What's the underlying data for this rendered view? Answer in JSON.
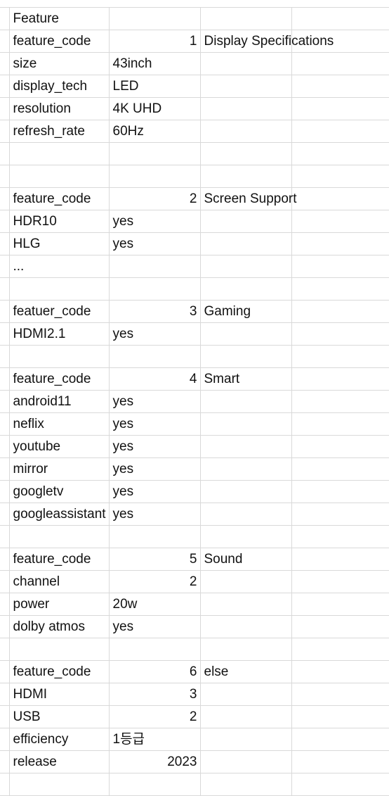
{
  "rows": [
    {
      "a": "Feature",
      "b": "",
      "b_num": false,
      "c": ""
    },
    {
      "a": "feature_code",
      "b": "1",
      "b_num": true,
      "c": "Display Specifications"
    },
    {
      "a": "size",
      "b": "43inch",
      "b_num": false,
      "c": ""
    },
    {
      "a": "display_tech",
      "b": "LED",
      "b_num": false,
      "c": ""
    },
    {
      "a": "resolution",
      "b": "4K UHD",
      "b_num": false,
      "c": ""
    },
    {
      "a": "refresh_rate",
      "b": "60Hz",
      "b_num": false,
      "c": ""
    },
    {
      "a": "",
      "b": "",
      "b_num": false,
      "c": ""
    },
    {
      "a": "",
      "b": "",
      "b_num": false,
      "c": ""
    },
    {
      "a": "feature_code",
      "b": "2",
      "b_num": true,
      "c": "Screen Support"
    },
    {
      "a": "HDR10",
      "b": "yes",
      "b_num": false,
      "c": ""
    },
    {
      "a": "HLG",
      "b": "yes",
      "b_num": false,
      "c": ""
    },
    {
      "a": "...",
      "b": "",
      "b_num": false,
      "c": ""
    },
    {
      "a": "",
      "b": "",
      "b_num": false,
      "c": ""
    },
    {
      "a": "featuer_code",
      "b": "3",
      "b_num": true,
      "c": "Gaming"
    },
    {
      "a": "HDMI2.1",
      "b": "yes",
      "b_num": false,
      "c": ""
    },
    {
      "a": "",
      "b": "",
      "b_num": false,
      "c": ""
    },
    {
      "a": "feature_code",
      "b": "4",
      "b_num": true,
      "c": "Smart"
    },
    {
      "a": "android11",
      "b": "yes",
      "b_num": false,
      "c": ""
    },
    {
      "a": "neflix",
      "b": "yes",
      "b_num": false,
      "c": ""
    },
    {
      "a": "youtube",
      "b": "yes",
      "b_num": false,
      "c": ""
    },
    {
      "a": "mirror",
      "b": "yes",
      "b_num": false,
      "c": ""
    },
    {
      "a": "googletv",
      "b": "yes",
      "b_num": false,
      "c": ""
    },
    {
      "a": "googleassistant",
      "b": "yes",
      "b_num": false,
      "c": ""
    },
    {
      "a": "",
      "b": "",
      "b_num": false,
      "c": ""
    },
    {
      "a": "feature_code",
      "b": "5",
      "b_num": true,
      "c": "Sound"
    },
    {
      "a": "channel",
      "b": "2",
      "b_num": true,
      "c": ""
    },
    {
      "a": "power",
      "b": "20w",
      "b_num": false,
      "c": ""
    },
    {
      "a": "dolby atmos",
      "b": "yes",
      "b_num": false,
      "c": ""
    },
    {
      "a": "",
      "b": "",
      "b_num": false,
      "c": ""
    },
    {
      "a": "feature_code",
      "b": "6",
      "b_num": true,
      "c": "else"
    },
    {
      "a": "HDMI",
      "b": "3",
      "b_num": true,
      "c": ""
    },
    {
      "a": "USB",
      "b": "2",
      "b_num": true,
      "c": ""
    },
    {
      "a": "efficiency",
      "b": "1등급",
      "b_num": false,
      "c": ""
    },
    {
      "a": "release",
      "b": "2023",
      "b_num": true,
      "c": ""
    },
    {
      "a": "",
      "b": "",
      "b_num": false,
      "c": ""
    }
  ],
  "colors": {
    "gridline": "#d9d9d9",
    "text": "#111111",
    "background": "#ffffff"
  }
}
